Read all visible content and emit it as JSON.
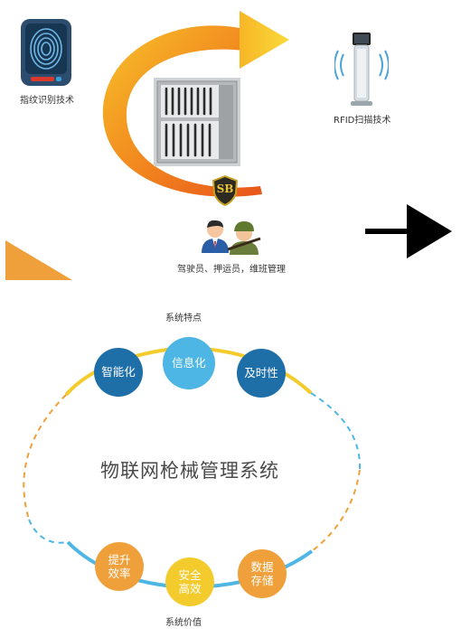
{
  "top": {
    "fingerprint_label": "指纹识别技术",
    "rfid_label": "RFID扫描技术",
    "people_label": "驾驶员、押运员，维班管理",
    "badge_text": "SB"
  },
  "diagram": {
    "features_title": "系统特点",
    "value_title": "系统价值",
    "center_title": "物联网枪械管理系统",
    "nodes": {
      "intelligent": "智能化",
      "informatization": "信息化",
      "timely": "及时性",
      "efficiency_l1": "提升",
      "efficiency_l2": "效率",
      "safety_l1": "安全",
      "safety_l2": "高效",
      "storage_l1": "数据",
      "storage_l2": "存储"
    }
  },
  "colors": {
    "dark_blue": "#1e6fa8",
    "light_blue": "#4db6e4",
    "orange": "#f0a03a",
    "yellow": "#f3cb2d",
    "arrow_orange": "#f28a1f"
  }
}
